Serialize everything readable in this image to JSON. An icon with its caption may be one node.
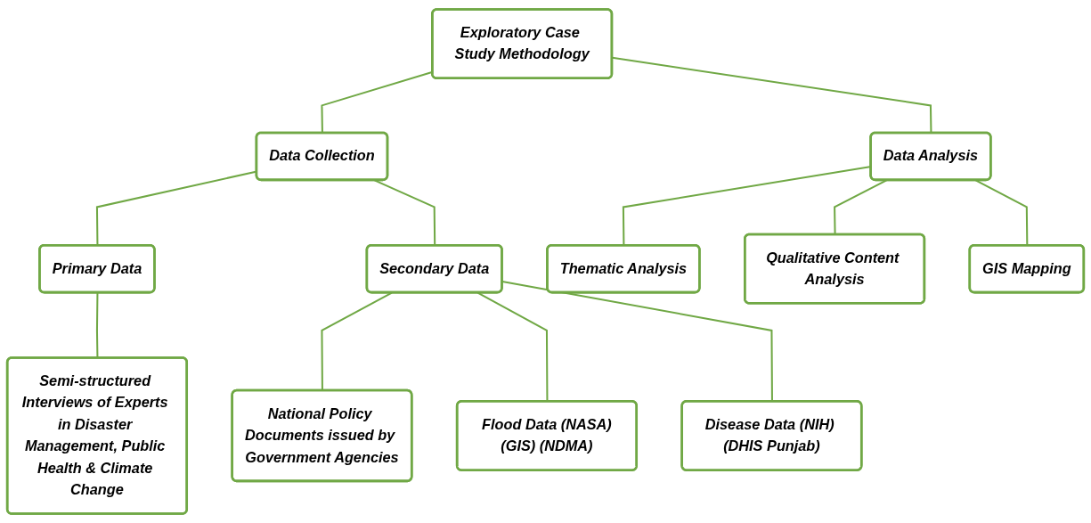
{
  "diagram": {
    "nodes": [
      {
        "text": [
          "Exploratory Case Study Methodology"
        ]
      },
      {
        "text": [
          "Data Collection"
        ]
      },
      {
        "text": [
          "Data Analysis"
        ]
      },
      {
        "text": [
          "Primary Data"
        ]
      },
      {
        "text": [
          "Secondary Data"
        ]
      },
      {
        "text": [
          "Thematic Analysis"
        ]
      },
      {
        "text": [
          "Qualitative Content Analysis"
        ]
      },
      {
        "text": [
          "GIS Mapping"
        ]
      },
      {
        "text": [
          "Semi-structured Interviews of Experts in Disaster Management, Public Health & Climate Change"
        ]
      },
      {
        "text": [
          "National Policy Documents issued by Government Agencies"
        ]
      },
      {
        "text": [
          "Flood Data (NASA)(GIS) (NDMA)"
        ]
      },
      {
        "text": [
          "Disease Data (NIH) (DHIS Punjab)"
        ]
      }
    ],
    "edges": [
      {
        "from": 0,
        "to": 1,
        "arrow": "none"
      },
      {
        "from": 0,
        "to": 2,
        "arrow": "none"
      },
      {
        "from": 1,
        "to": 3,
        "arrow": "none"
      },
      {
        "from": 1,
        "to": 4,
        "arrow": "none"
      },
      {
        "from": 2,
        "to": 5,
        "arrow": "none"
      },
      {
        "from": 2,
        "to": 6,
        "arrow": "none"
      },
      {
        "from": 2,
        "to": 7,
        "arrow": "none"
      },
      {
        "from": 3,
        "to": 8,
        "arrow": "none"
      },
      {
        "from": 4,
        "to": 9,
        "arrow": "none"
      },
      {
        "from": 4,
        "to": 10,
        "arrow": "none"
      },
      {
        "from": 4,
        "to": 11,
        "arrow": "none"
      }
    ]
  }
}
